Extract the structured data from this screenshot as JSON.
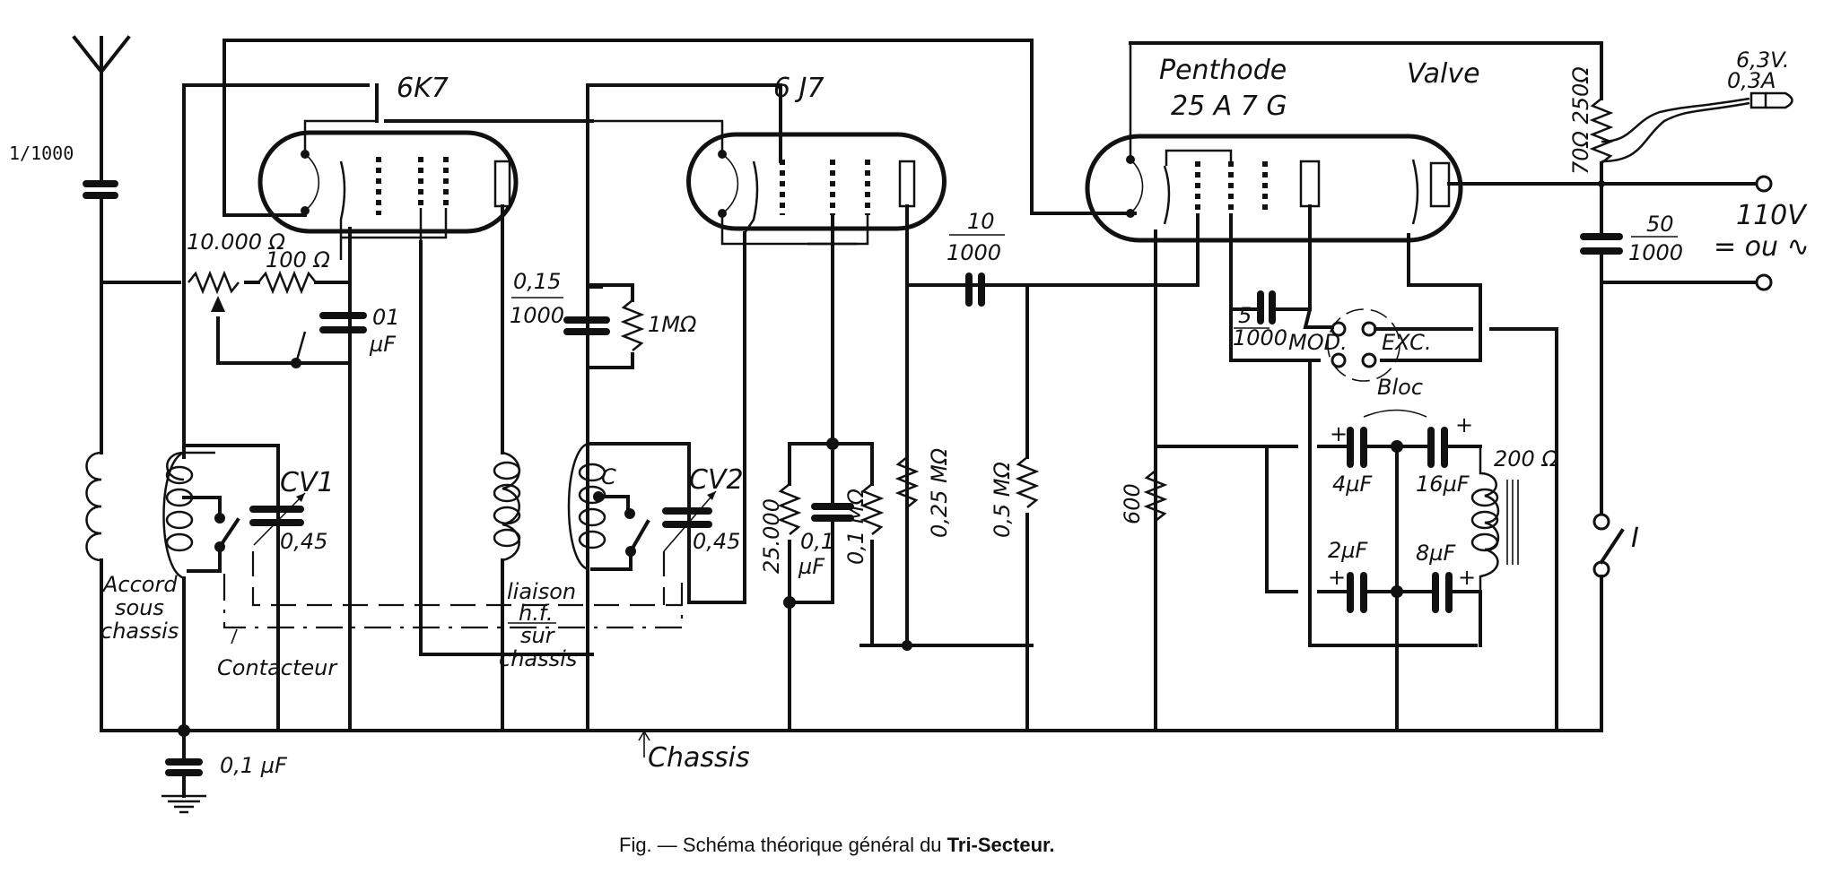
{
  "figure": {
    "caption_prefix": "Fig. — Schéma théorique général du ",
    "caption_title": "Tri-Secteur",
    "caption_suffix": "."
  },
  "tubes": {
    "rf": {
      "label": "6K7"
    },
    "det": {
      "label": "6 J7"
    },
    "out": {
      "label_line1": "Penthode",
      "label_line1b": "Valve",
      "label_line2": "25  A 7  G"
    }
  },
  "components": {
    "antenna_cap": "1/1000",
    "pot": "10.000 Ω",
    "r_100": "100 Ω",
    "c_01_a": "01",
    "c_01_a_unit": "µF",
    "cv1": "CV1",
    "cv1_value": "0,45",
    "c_015_num": "0,15",
    "c_015_den": "1000",
    "r_1m": "1MΩ",
    "cv2": "CV2",
    "cv2_value": "0,45",
    "coil_tap": "C",
    "r_25000": "25.000",
    "c_01_b": "0,1",
    "c_01_b_unit": "µF",
    "r_01m": "0,1 MΩ",
    "r_025m": "0,25 MΩ",
    "c_10_num": "10",
    "c_10_den": "1000",
    "r_05m": "0,5 MΩ",
    "r_600": "600",
    "c_5_num": "5",
    "c_5_den": "1000",
    "mod": "MOD.",
    "exc": "EXC.",
    "bloc": "Bloc",
    "c_4uf": "4µF",
    "c_16uf": "16µF",
    "c_2uf": "2µF",
    "c_8uf": "8µF",
    "choke": "200 Ω",
    "r_heater": "70Ω 250Ω",
    "lamp_v": "6,3V.",
    "lamp_a": "0,3A",
    "c_50_num": "50",
    "c_50_den": "1000",
    "mains": "110V",
    "mains_type": "= ou ∿",
    "switch": "I",
    "ground_cap": "0,1 µF",
    "plus": "+"
  },
  "notes": {
    "accord_1": "Accord",
    "accord_2": "sous",
    "accord_3": "chassis",
    "contacteur": "Contacteur",
    "liaison_1": "liaison",
    "liaison_2": "h.f.",
    "liaison_3": "sur",
    "liaison_4": "chassis",
    "chassis": "Chassis"
  }
}
